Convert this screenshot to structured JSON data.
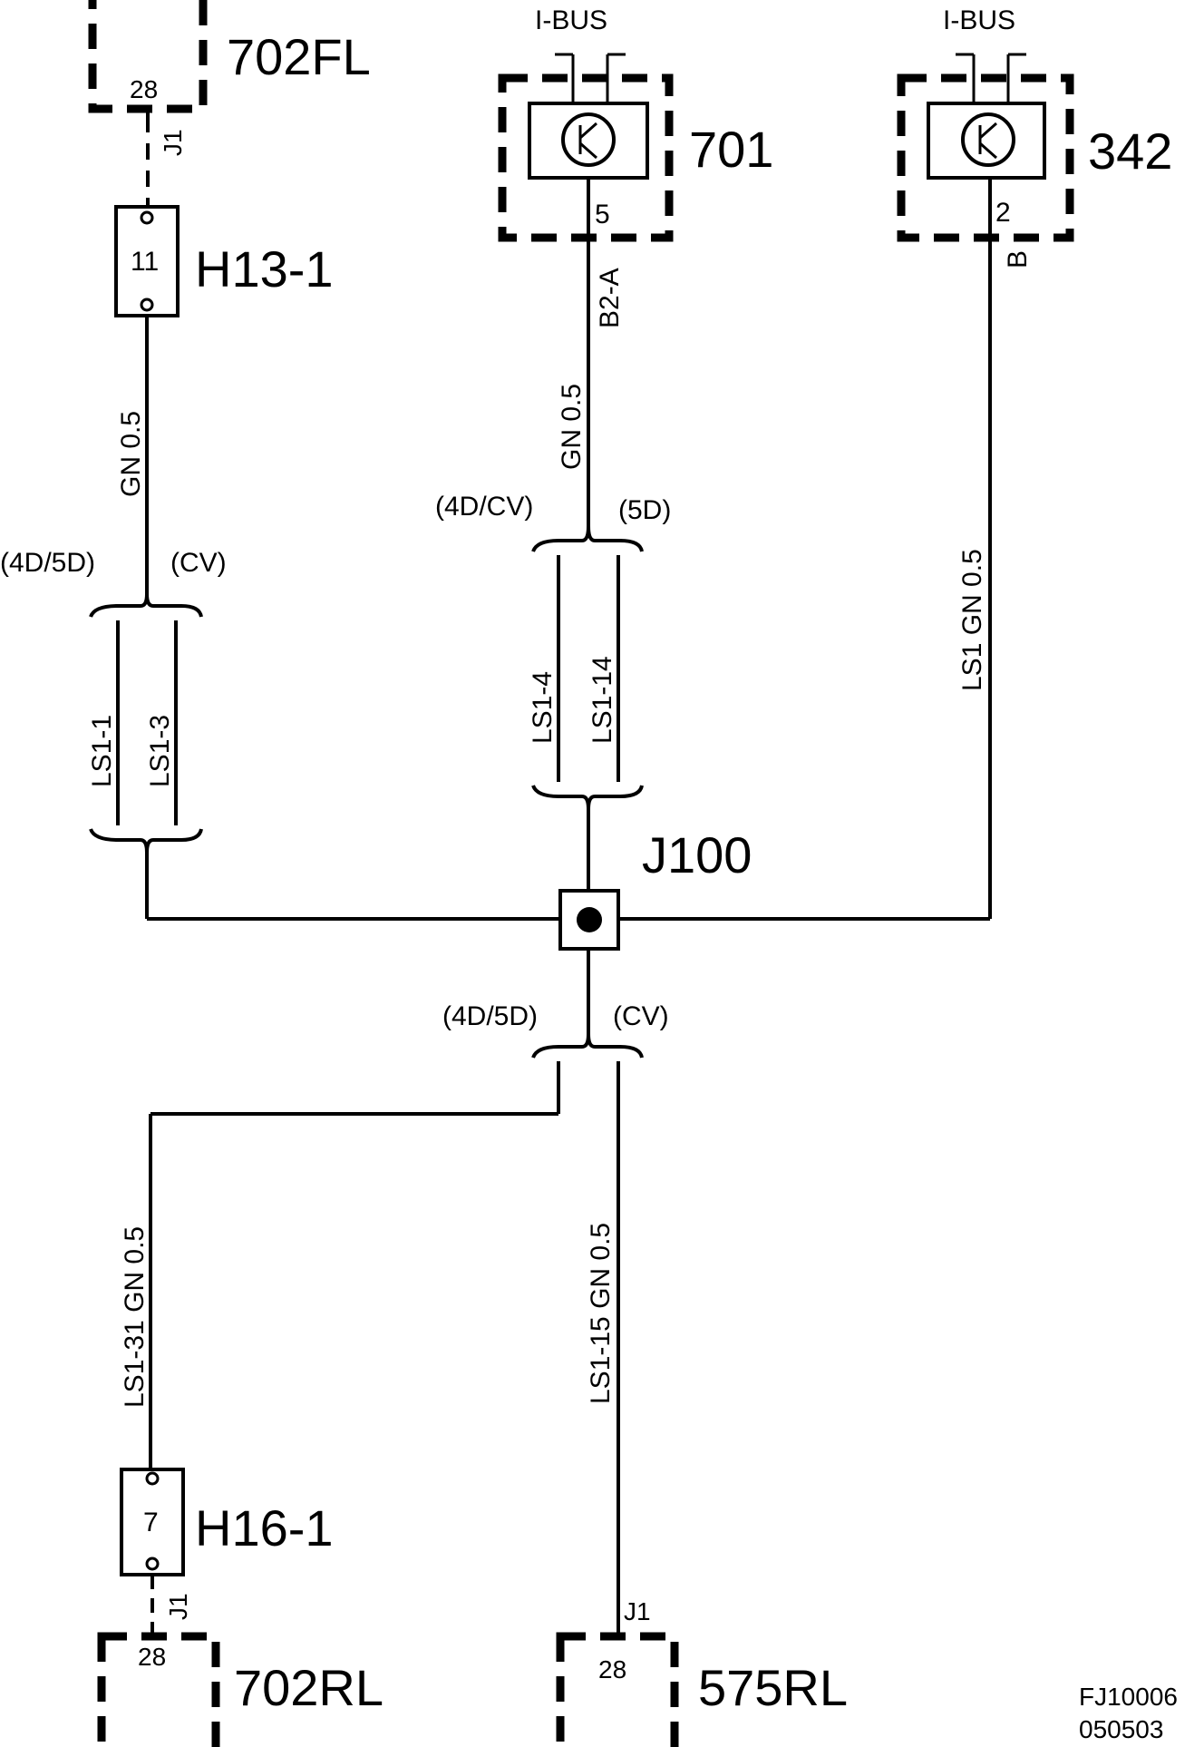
{
  "components": {
    "c702fl": {
      "id": "702FL",
      "pin": "28",
      "conn": "J1"
    },
    "h13": {
      "id": "H13-1",
      "pin": "11"
    },
    "c701": {
      "id": "701",
      "bus": "I-BUS",
      "pin": "5",
      "conn": "B2-A"
    },
    "c342": {
      "id": "342",
      "bus": "I-BUS",
      "pin": "2",
      "conn": "B"
    },
    "j100": {
      "id": "J100"
    },
    "h16": {
      "id": "H16-1",
      "pin": "7"
    },
    "c702rl": {
      "id": "702RL",
      "pin": "28",
      "conn": "J1"
    },
    "c575rl": {
      "id": "575RL",
      "pin": "28",
      "conn": "J1"
    }
  },
  "wires": {
    "w_h13": "GN  0.5",
    "w_701": "GN  0.5",
    "w_342": "LS1  GN  0.5",
    "w_h16": "LS1-31 GN  0.5",
    "w_575": "LS1-15 GN 0.5"
  },
  "variants": {
    "v4d5d": "(4D/5D)",
    "vcv": "(CV)",
    "v4dcv": "(4D/CV)",
    "v5d": "(5D)"
  },
  "splices": {
    "ls1_1": "LS1-1",
    "ls1_3": "LS1-3",
    "ls1_4": "LS1-4",
    "ls1_14": "LS1-14"
  },
  "footer": {
    "code": "FJ10006",
    "date": "050503"
  }
}
